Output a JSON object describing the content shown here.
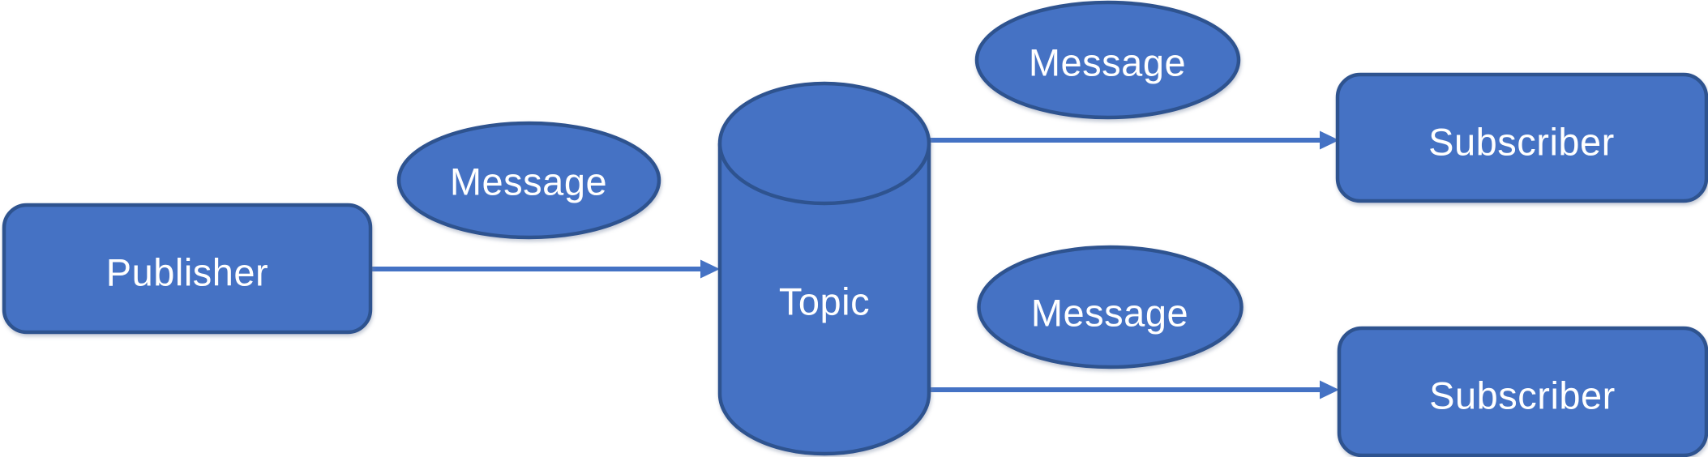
{
  "diagram": {
    "background": "#FFFFFF",
    "colors": {
      "shape_fill": "#4472C4",
      "shape_border": "#2F528F",
      "arrow": "#4472C4",
      "label_text": "#FFFFFF"
    },
    "nodes": {
      "publisher": {
        "label": "Publisher",
        "shape": "rounded-rectangle"
      },
      "message_left": {
        "label": "Message",
        "shape": "ellipse"
      },
      "topic": {
        "label": "Topic",
        "shape": "cylinder"
      },
      "message_top": {
        "label": "Message",
        "shape": "ellipse"
      },
      "subscriber_top": {
        "label": "Subscriber",
        "shape": "rounded-rectangle"
      },
      "message_bottom": {
        "label": "Message",
        "shape": "ellipse"
      },
      "subscriber_bottom": {
        "label": "Subscriber",
        "shape": "rounded-rectangle"
      }
    },
    "edges": [
      {
        "from": "publisher",
        "to": "topic",
        "label_near": "message_left"
      },
      {
        "from": "topic",
        "to": "subscriber_top",
        "label_near": "message_top"
      },
      {
        "from": "topic",
        "to": "subscriber_bottom",
        "label_near": "message_bottom"
      }
    ]
  }
}
